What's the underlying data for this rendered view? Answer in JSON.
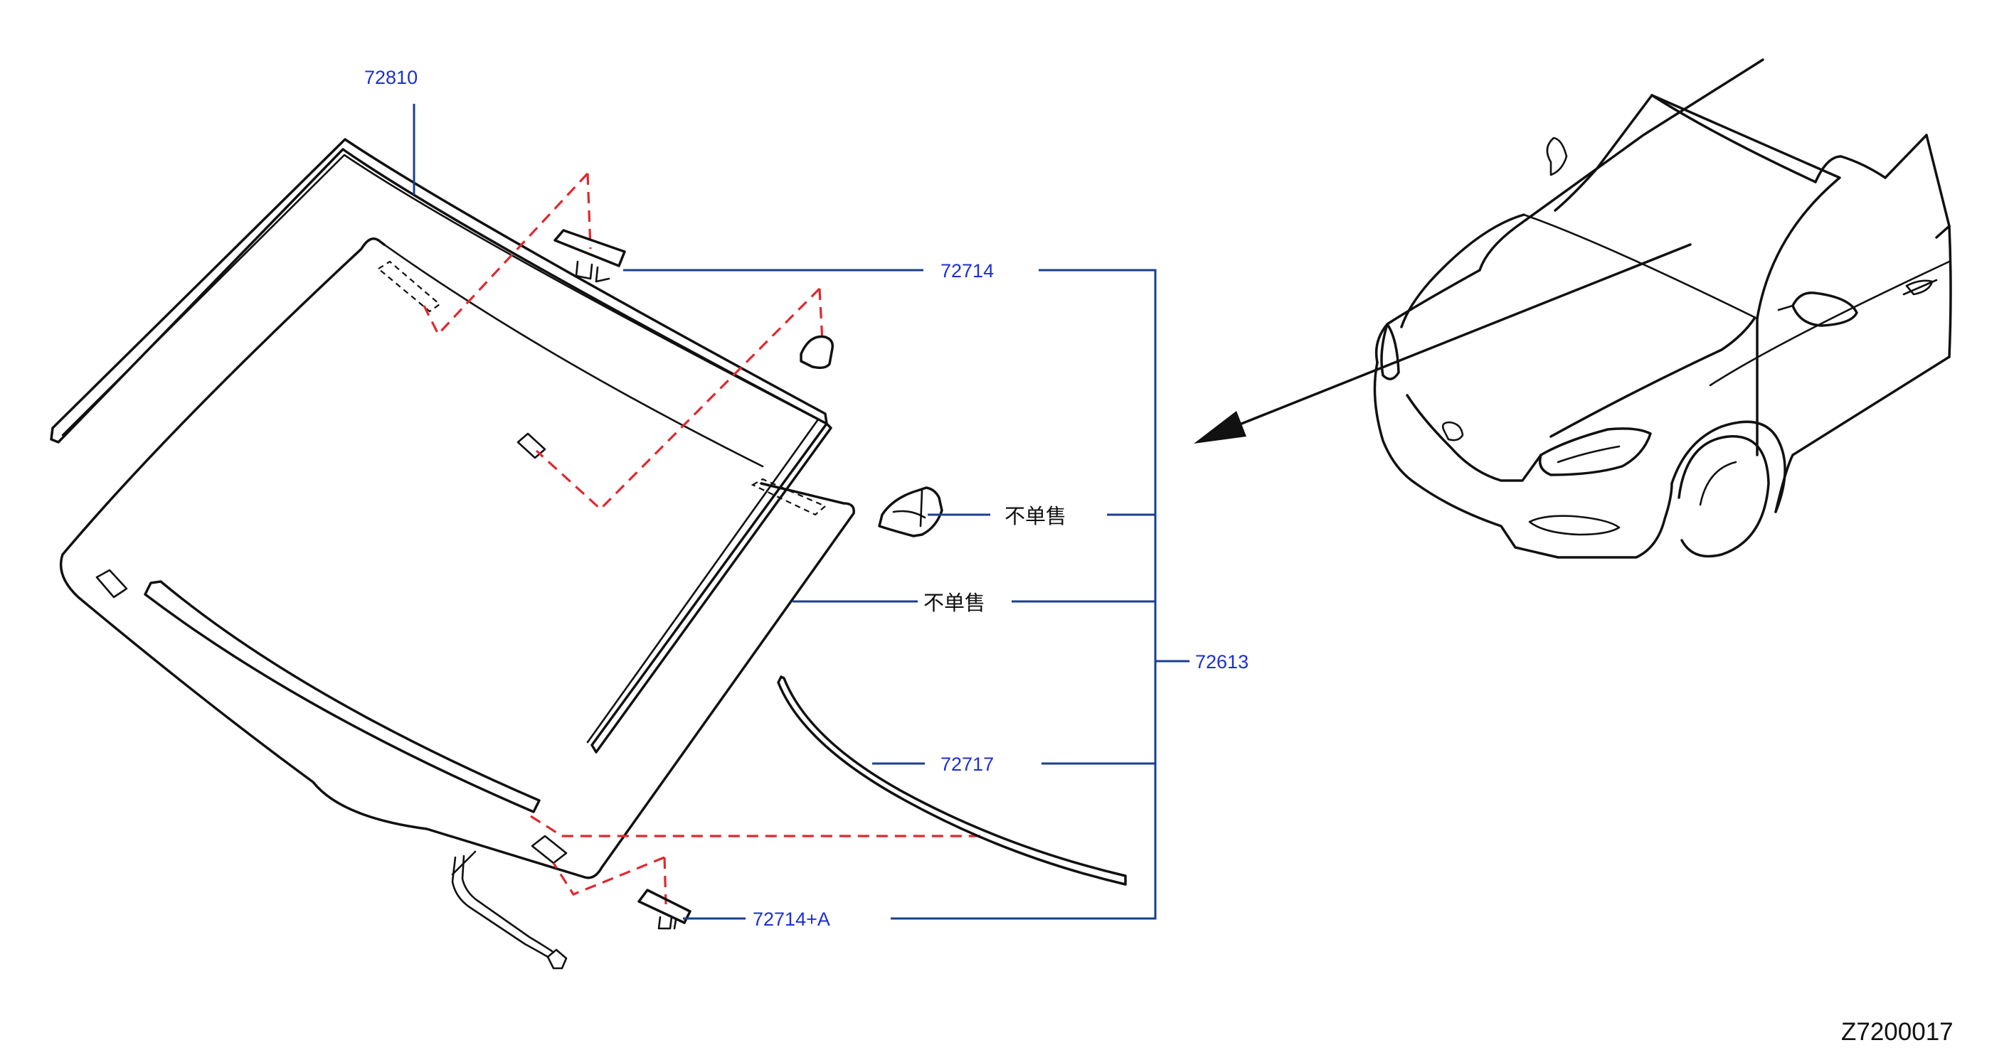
{
  "labels": {
    "moulding_upper": "72810",
    "clip_72714": "72714",
    "not_sold_clip": "不单售",
    "not_sold_glass": "不单售",
    "assembly": "72613",
    "moulding_side": "72717",
    "clip_72714_a": "72714+A"
  },
  "diagram_code": "Z7200017",
  "colors": {
    "part_number": "#1b2fd6",
    "leader_line": "#1a3f8f",
    "dashed_guide": "#e0282e",
    "line_art": "#111111"
  },
  "icons": {
    "windshield": "windshield-glass",
    "vehicle": "car-front-view",
    "direction": "arrow-left-down"
  }
}
